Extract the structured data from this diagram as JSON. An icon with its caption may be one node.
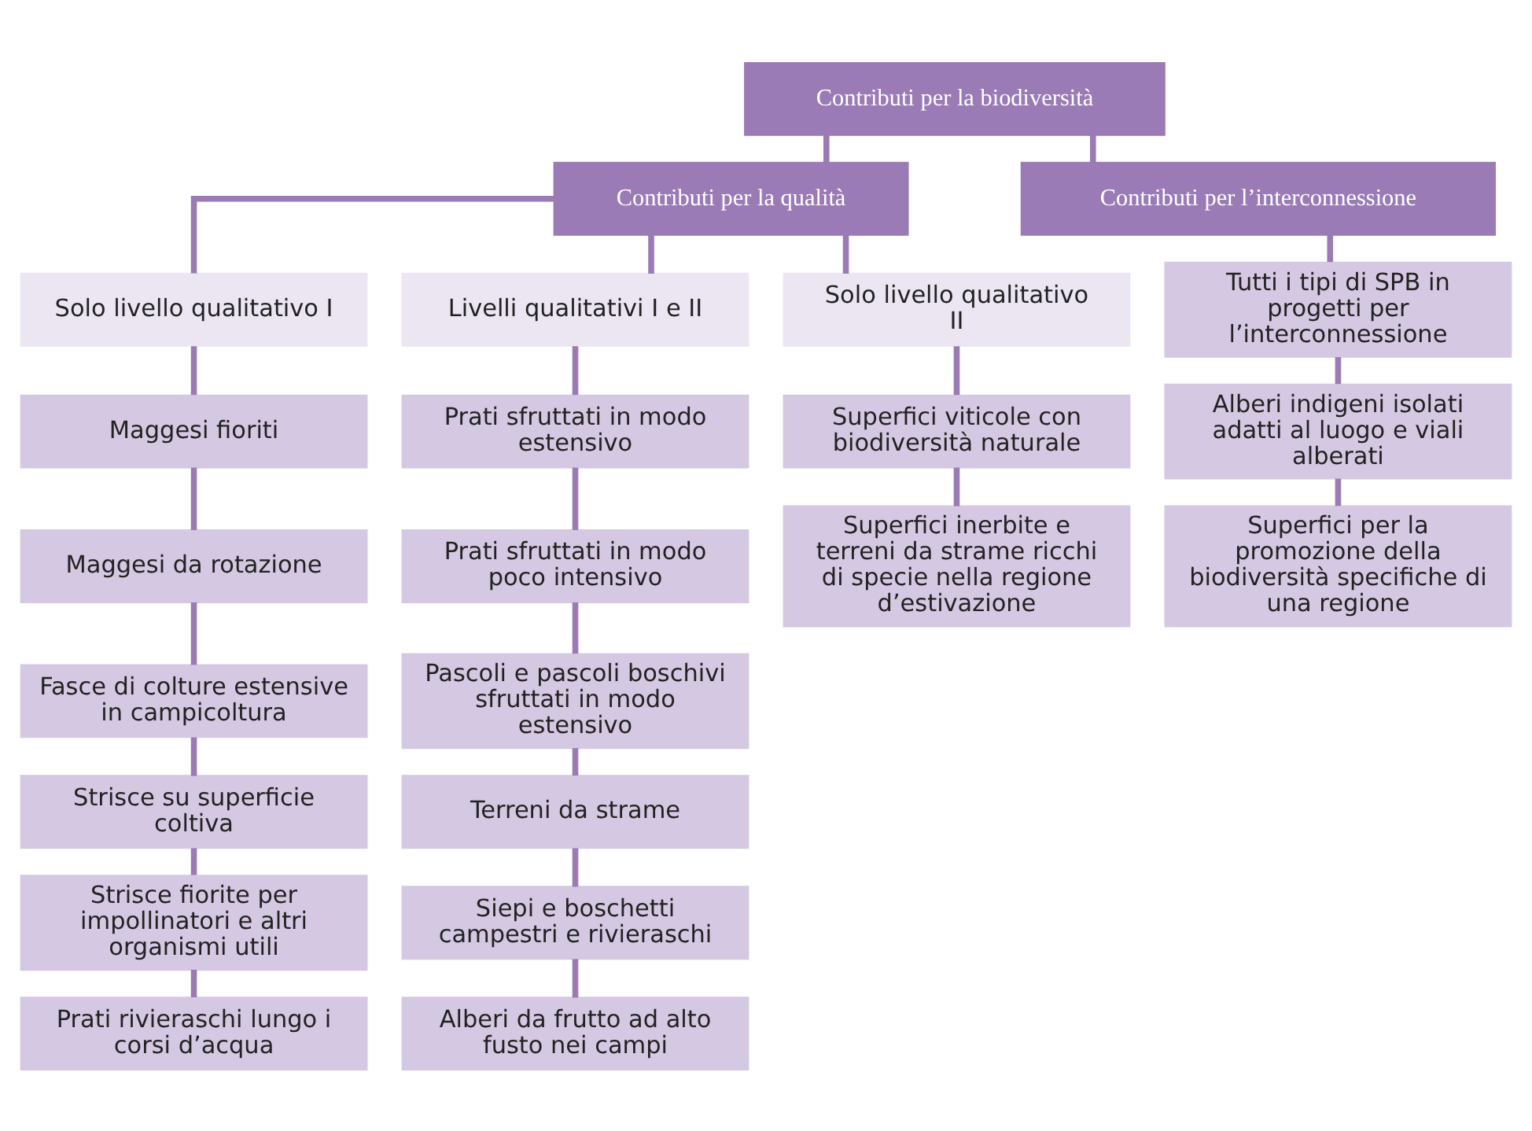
{
  "diagram": {
    "nodes": [
      {
        "text": [
          "Contributi per la biodiversità"
        ]
      },
      {
        "text": [
          "Contributi per la qualità"
        ]
      },
      {
        "text": [
          "Contributi per l’interconnessione"
        ]
      },
      {
        "text": [
          "Solo livello qualitativo I"
        ]
      },
      {
        "text": [
          "Livelli qualitativi I e II"
        ]
      },
      {
        "text": [
          "Solo livello qualitativo II"
        ]
      },
      {
        "text": [
          "Maggesi fioriti"
        ]
      },
      {
        "text": [
          "Maggesi da rotazione"
        ]
      },
      {
        "text": [
          "Fasce di colture estensive in campicoltura"
        ]
      },
      {
        "text": [
          "Strisce su superficie coltiva"
        ]
      },
      {
        "text": [
          "Strisce fiorite per impollinatori e altri organismi utili"
        ]
      },
      {
        "text": [
          "Prati rivieraschi lungo i corsi d’acqua"
        ]
      },
      {
        "text": [
          "Prati sfruttati in modo estensivo"
        ]
      },
      {
        "text": [
          "Prati sfruttati in modo poco intensivo"
        ]
      },
      {
        "text": [
          "Pascoli e pascoli boschivi sfruttati in modo estensivo"
        ]
      },
      {
        "text": [
          "Terreni da strame"
        ]
      },
      {
        "text": [
          "Siepi e boschetti campestri e rivieraschi"
        ]
      },
      {
        "text": [
          "Alberi da frutto ad alto fusto nei campi"
        ]
      },
      {
        "text": [
          "Superfici viticole con biodiversità naturale"
        ]
      },
      {
        "text": [
          "Superfici inerbite e terreni da strame ricchi di specie nella regione d’estivazione"
        ]
      },
      {
        "text": [
          "Tutti i tipi di SPB in progetti per l’interconnessione"
        ]
      },
      {
        "text": [
          "Alberi indigeni isolati adatti al luogo e viali alberati"
        ]
      },
      {
        "text": [
          "Superfici per la promozione della biodiversità specifiche di una regione"
        ]
      }
    ],
    "edges": [
      {
        "from": 0,
        "to": 1,
        "arrow": "none"
      },
      {
        "from": 0,
        "to": 2,
        "arrow": "none"
      },
      {
        "from": 1,
        "to": 3,
        "arrow": "none"
      },
      {
        "from": 1,
        "to": 4,
        "arrow": "none"
      },
      {
        "from": 1,
        "to": 5,
        "arrow": "none"
      },
      {
        "from": 3,
        "to": 6,
        "arrow": "none"
      },
      {
        "from": 6,
        "to": 7,
        "arrow": "none"
      },
      {
        "from": 7,
        "to": 8,
        "arrow": "none"
      },
      {
        "from": 8,
        "to": 9,
        "arrow": "none"
      },
      {
        "from": 9,
        "to": 10,
        "arrow": "none"
      },
      {
        "from": 10,
        "to": 11,
        "arrow": "none"
      },
      {
        "from": 4,
        "to": 12,
        "arrow": "none"
      },
      {
        "from": 12,
        "to": 13,
        "arrow": "none"
      },
      {
        "from": 13,
        "to": 14,
        "arrow": "none"
      },
      {
        "from": 14,
        "to": 15,
        "arrow": "none"
      },
      {
        "from": 15,
        "to": 16,
        "arrow": "none"
      },
      {
        "from": 16,
        "to": 17,
        "arrow": "none"
      },
      {
        "from": 5,
        "to": 18,
        "arrow": "none"
      },
      {
        "from": 18,
        "to": 19,
        "arrow": "none"
      },
      {
        "from": 2,
        "to": 20,
        "arrow": "none"
      },
      {
        "from": 20,
        "to": 21,
        "arrow": "none"
      },
      {
        "from": 21,
        "to": 22,
        "arrow": "none"
      }
    ]
  }
}
